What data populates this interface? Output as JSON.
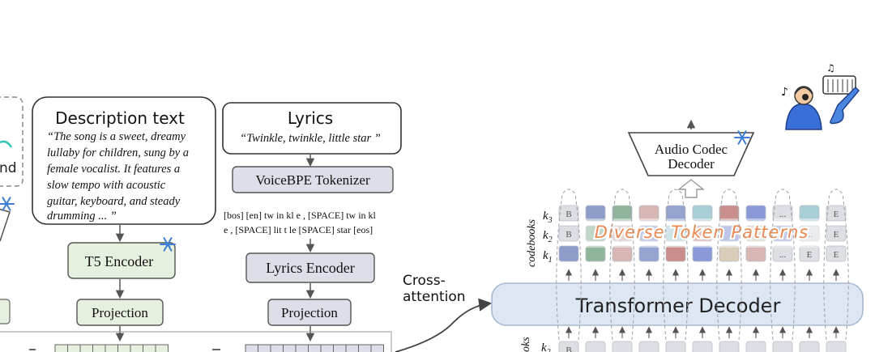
{
  "left_box": {
    "fragment": "nd"
  },
  "description": {
    "title": "Description text",
    "quote_lines": [
      "“The song is a sweet, dreamy",
      "lullaby for children, sung by a",
      "female vocalist. It features a",
      "slow tempo with acoustic",
      "guitar, keyboard, and steady",
      "drumming ... ”"
    ]
  },
  "lyrics": {
    "title": "Lyrics",
    "quote": "“Twinkle, twinkle, little star ”",
    "tokenizer_label": "VoiceBPE Tokenizer",
    "token_lines": [
      "[bos] [en] tw  in  kl  e , [SPACE] tw  in  kl",
      "e , [SPACE] lit  t  le [SPACE] star [eos]"
    ],
    "encoder_label": "Lyrics Encoder",
    "projection_label": "Projection"
  },
  "t5": {
    "encoder_label": "T5 Encoder",
    "projection_label": "Projection"
  },
  "cross_attention": [
    "Cross-",
    "attention"
  ],
  "transformer_decoder_label": "Transformer Decoder",
  "audio_codec": {
    "lines": [
      "Audio Codec",
      "Decoder"
    ]
  },
  "codebooks": {
    "axis_label": "codebooks",
    "lower_axis_label": "oks",
    "row_labels": [
      "k",
      "k",
      "k"
    ],
    "row_subscripts": [
      "3",
      "2",
      "1"
    ],
    "lower_row_label": "k",
    "lower_row_subscript": "2",
    "begin_token": "B",
    "end_token": "E",
    "ellipsis": "...",
    "overlay_text": "Diverse Token Patterns",
    "colors": [
      "#8d9cc8",
      "#8fb59a",
      "#d7b6b4",
      "#94a3cf",
      "#a9cfd6",
      "#c98e8b",
      "#8a9ad8",
      "#d9ccb8"
    ]
  },
  "colors": {
    "encoder_fill": "#e6f0df",
    "tokenizer_fill": "#dcdfe8",
    "decoder_fill": "#dde7f4",
    "overlay_text": "#e8874f",
    "snowflake": "#3c7fd6"
  }
}
